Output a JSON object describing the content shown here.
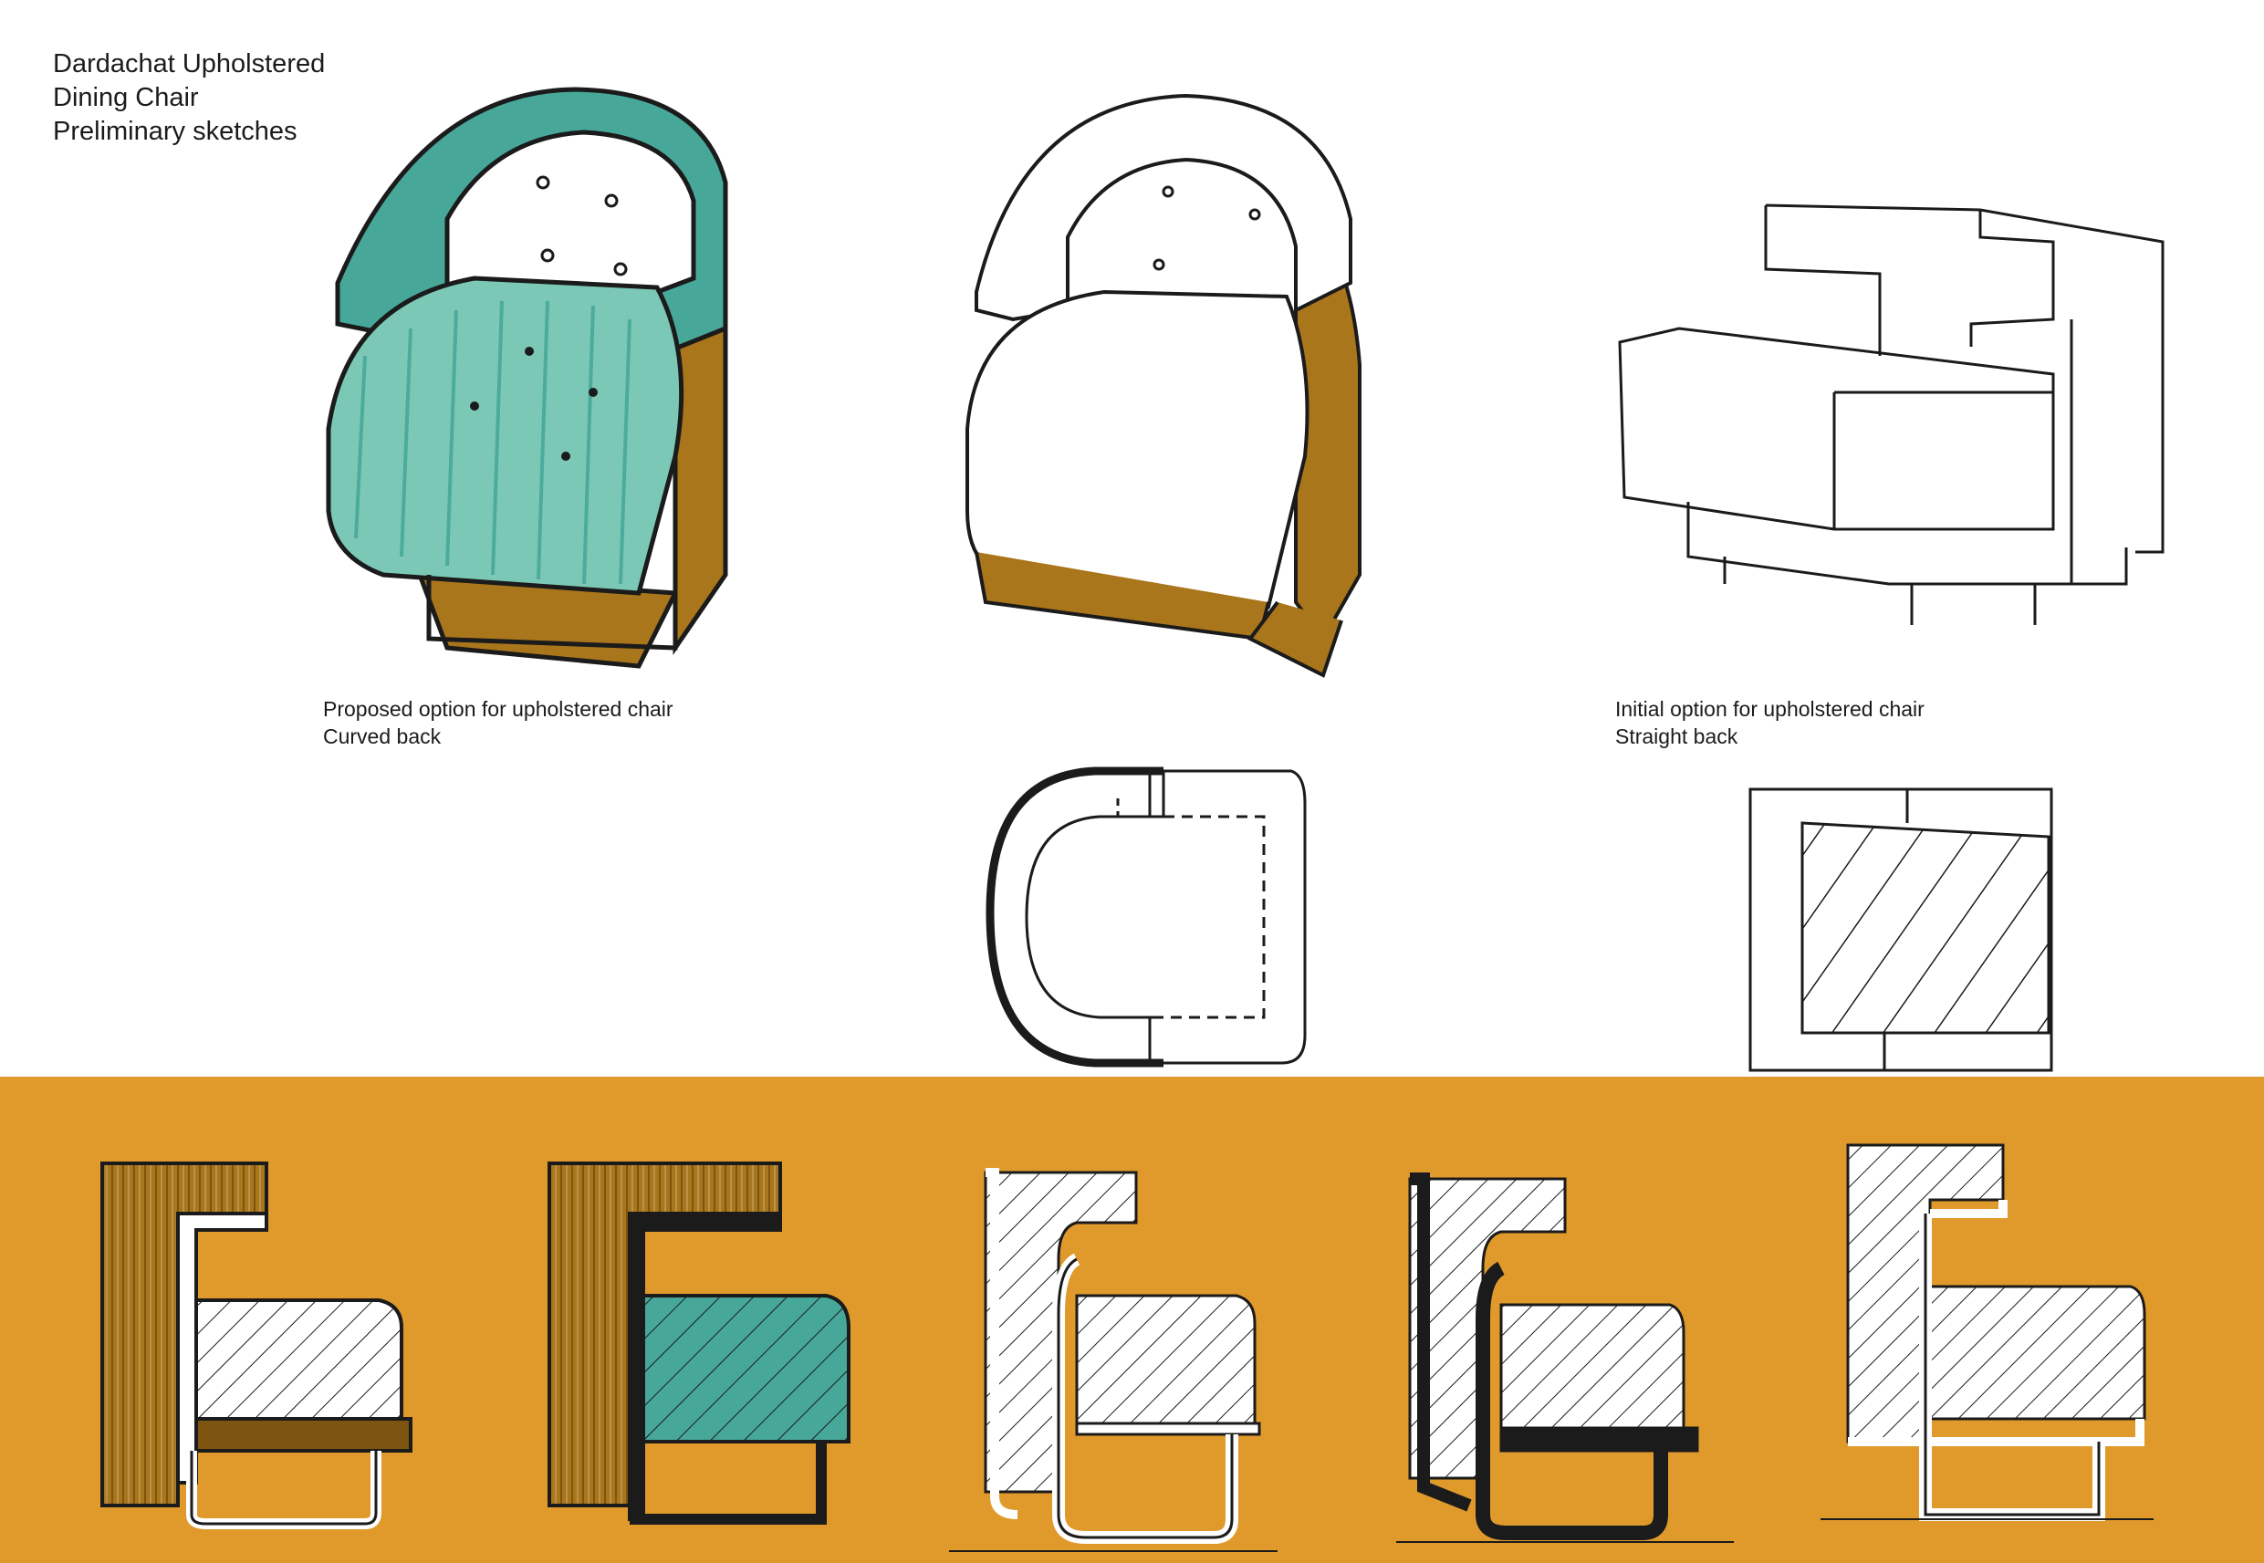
{
  "title": {
    "lines": [
      "Dardachat Upholstered",
      "Dining Chair",
      "Preliminary sketches"
    ]
  },
  "captions": {
    "curved": {
      "line1": "Proposed option for upholstered chair",
      "line2": "Curved back"
    },
    "straight": {
      "line1": "Initial option for upholstered chair",
      "line2": "Straight back"
    }
  },
  "colors": {
    "teal": "#47a89a",
    "teal_light": "#7cc8b6",
    "wood": "#a9761c",
    "wood_dark": "#7d5510",
    "band": "#e09a2c",
    "ink": "#1b1b1b"
  }
}
